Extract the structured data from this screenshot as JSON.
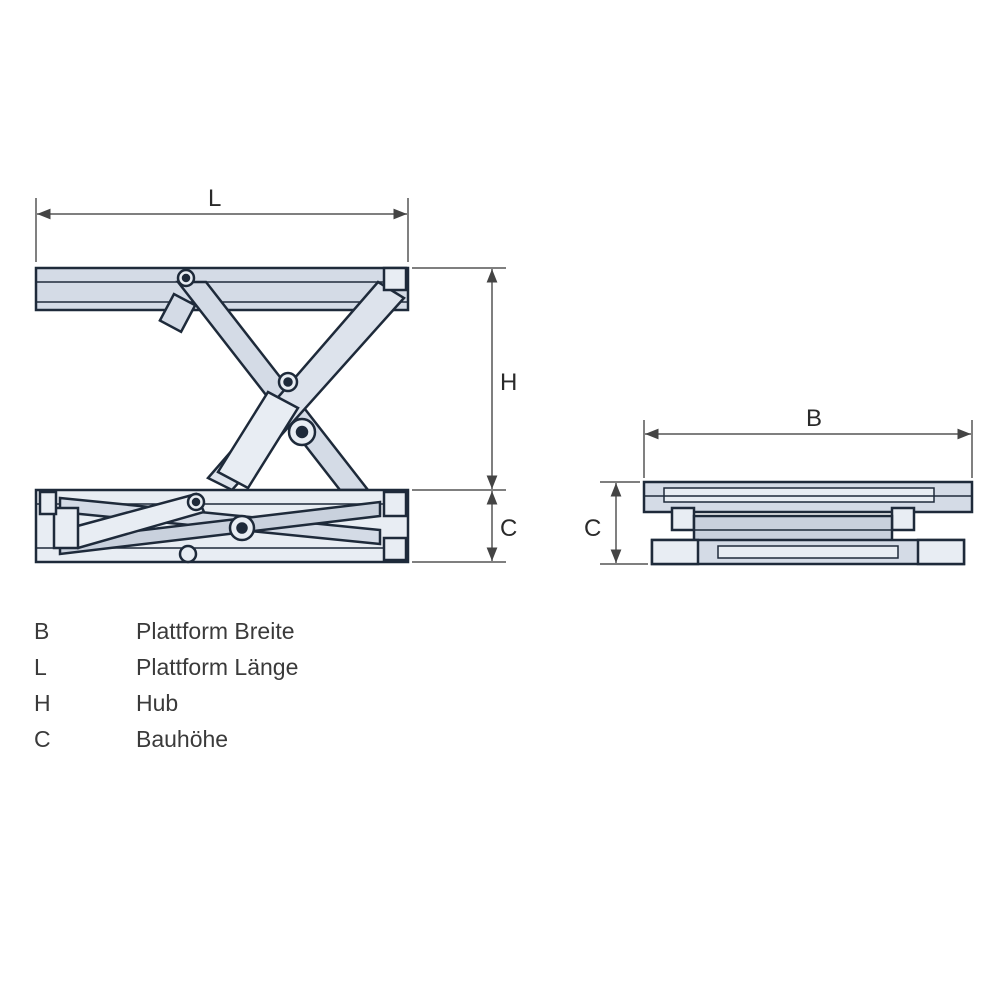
{
  "dimensions": {
    "L": "L",
    "H": "H",
    "C_side": "C",
    "B": "B",
    "C_front": "C"
  },
  "legend": [
    {
      "key": "B",
      "description": "Plattform Breite"
    },
    {
      "key": "L",
      "description": "Plattform Länge"
    },
    {
      "key": "H",
      "description": "Hub"
    },
    {
      "key": "C",
      "description": "Bauhöhe"
    }
  ],
  "colors": {
    "fill": "#d4dbe6",
    "fill_light": "#e8edf3",
    "outline": "#1e2a3a",
    "dimension_line": "#555555"
  }
}
